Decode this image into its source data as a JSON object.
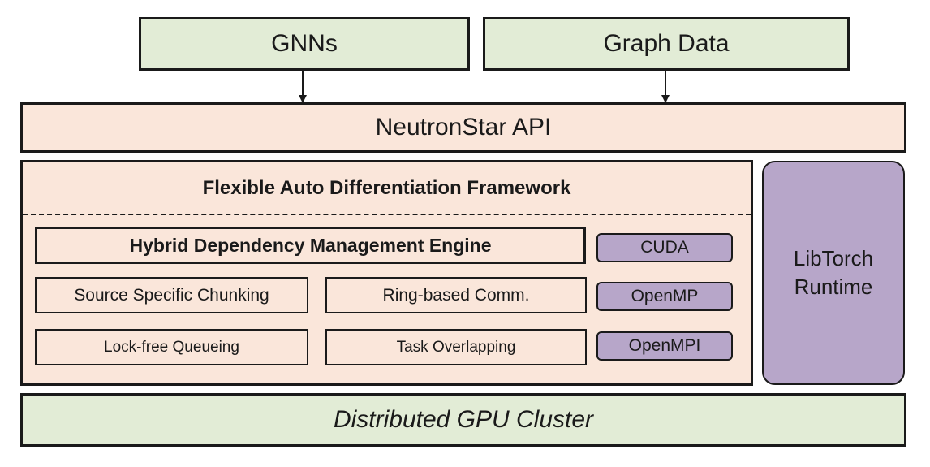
{
  "inputs": {
    "gnns": "GNNs",
    "graph_data": "Graph Data"
  },
  "api": "NeutronStar API",
  "framework": {
    "title": "Flexible Auto Differentiation Framework",
    "engine": "Hybrid Dependency Management Engine",
    "modules": [
      "Source Specific Chunking",
      "Ring-based Comm.",
      "Lock-free Queueing",
      "Task Overlapping"
    ],
    "backends": [
      "CUDA",
      "OpenMP",
      "OpenMPI"
    ]
  },
  "runtime": {
    "line1": "LibTorch",
    "line2": "Runtime"
  },
  "cluster": "Distributed GPU Cluster",
  "colors": {
    "green": "#e2ecd6",
    "peach": "#fae6da",
    "purple": "#b7a6c9",
    "border": "#1a1a1a"
  }
}
